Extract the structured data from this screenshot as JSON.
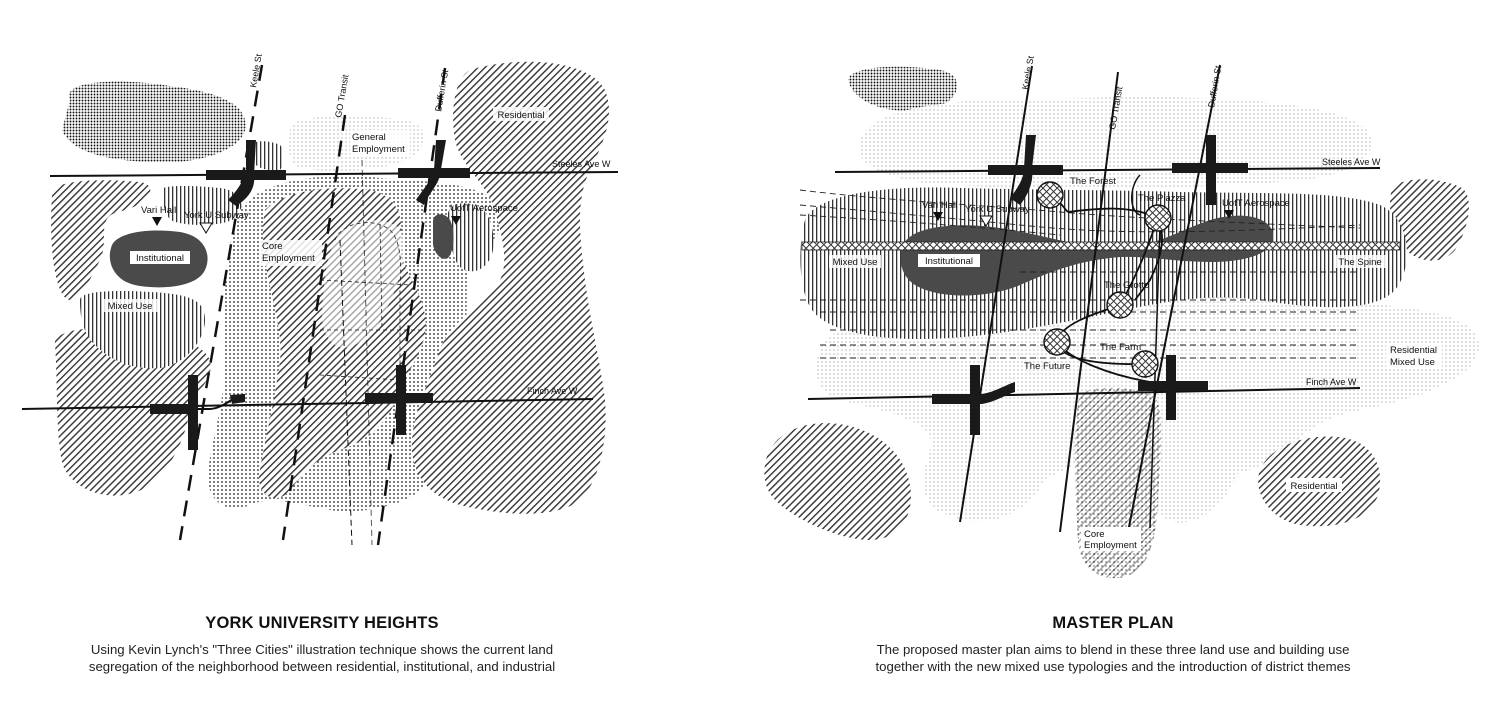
{
  "colors": {
    "ink": "#1a1a1a",
    "dark_zone": "#4a4a4a",
    "white": "#ffffff"
  },
  "left_map": {
    "title": "YORK UNIVERSITY HEIGHTS",
    "description": "Using Kevin Lynch's \"Three Cities\" illustration technique shows the current land segregation of the neighborhood between residential, institutional, and industrial",
    "streets": {
      "keele": "Keele St",
      "go_transit": "GO Transit",
      "dufferin": "Dufferin St",
      "steeles": "Steeles Ave W",
      "finch": "Finch Ave W"
    },
    "zones": {
      "residential": "Residential",
      "general_employment": "General Employment",
      "core_employment": "Core Employment",
      "institutional": "Institutional",
      "mixed_use": "Mixed Use"
    },
    "landmarks": {
      "vari_hall": "Vari Hall",
      "york_u_subway": "York U Subway",
      "uoft_aerospace": "UofT Aerospace"
    }
  },
  "right_map": {
    "title": "MASTER PLAN",
    "description": "The proposed master plan aims to blend in these three land use and building use together with the new mixed use typologies and the introduction of district themes",
    "streets": {
      "keele": "Keele St",
      "go_transit": "GO Transit",
      "dufferin": "Dufferin St",
      "steeles": "Steeles Ave W",
      "finch": "Finch Ave W"
    },
    "zones": {
      "mixed_use": "Mixed Use",
      "institutional": "Institutional",
      "the_spine": "The Spine",
      "residential_mixed_use": "Residential Mixed Use",
      "residential": "Residential",
      "core_employment": "Core Employment"
    },
    "landmarks": {
      "vari_hall": "Vari Hall",
      "york_u_subway": "York U Subway",
      "uoft_aerospace": "UofT Aerospace"
    },
    "districts": {
      "forest": "The Forest",
      "piazza": "The Piazza",
      "grotto": "The Grotto",
      "farm": "The Farm",
      "future": "The Future"
    }
  }
}
